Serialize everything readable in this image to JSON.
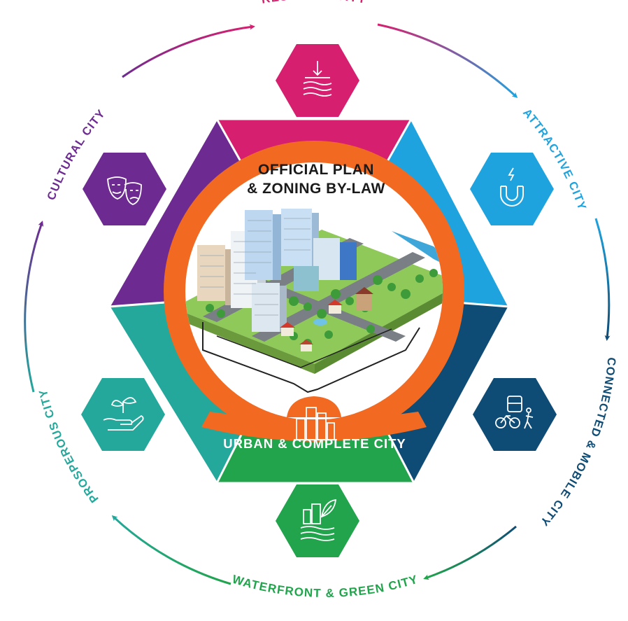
{
  "center": {
    "title_line1": "OFFICIAL PLAN",
    "title_line2": "& ZONING BY-LAW",
    "banner": "URBAN & COMPLETE CITY"
  },
  "themes": [
    {
      "label": "RESILIENT CITY",
      "color": "#d6206f",
      "icon": "flood-resilience-icon"
    },
    {
      "label": "ATTRACTIVE CITY",
      "color": "#1fa3df",
      "icon": "magnet-icon"
    },
    {
      "label": "CONNECTED & MOBILE CITY",
      "color": "#0f4c75",
      "icon": "bus-bike-pedestrian-icon"
    },
    {
      "label": "WATERFRONT & GREEN CITY",
      "color": "#21a44c",
      "icon": "waterfront-leaf-icon"
    },
    {
      "label": "PROSPEROUS CITY",
      "color": "#23a89b",
      "icon": "hand-sprout-icon"
    },
    {
      "label": "CULTURAL CITY",
      "color": "#6d2b91",
      "icon": "theatre-masks-icon"
    }
  ],
  "colors": {
    "ring": "#f26a22",
    "title": "#1a1a1a"
  }
}
